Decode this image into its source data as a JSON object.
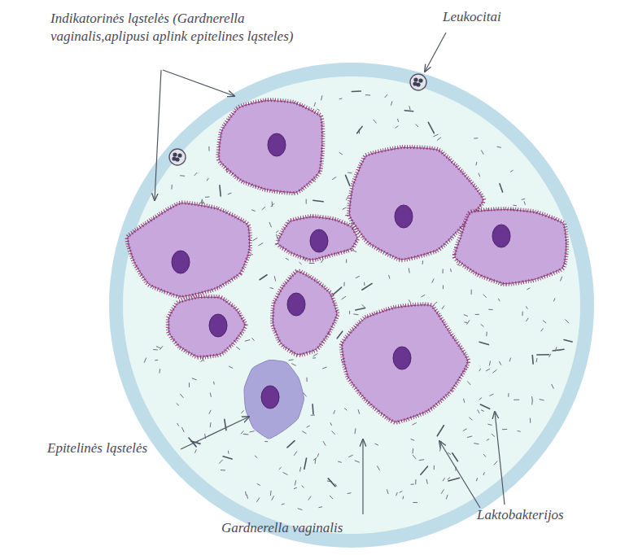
{
  "diagram": {
    "labels": [
      "Indikatorinės ląstelės (Gardnerella vaginalis,aplipusi aplink epitelines ląsteles)",
      "Leukocitai",
      "Epitelinės ląstelės",
      "Gardnerella vaginalis",
      "Laktobakterijos"
    ]
  }
}
